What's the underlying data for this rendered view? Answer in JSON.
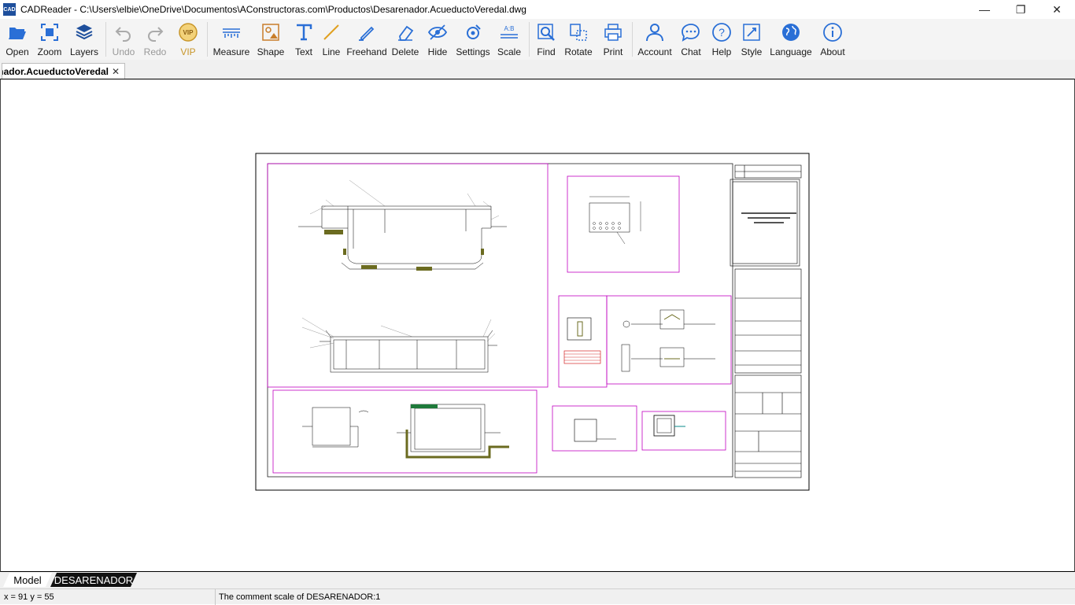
{
  "window": {
    "app_icon_text": "CAD",
    "title": "CADReader - C:\\Users\\elbie\\OneDrive\\Documentos\\AConstructoras.com\\Productos\\Desarenador.AcueductoVeredal.dwg",
    "minimize": "—",
    "maximize": "❐",
    "close": "✕"
  },
  "toolbar": {
    "open": "Open",
    "zoom": "Zoom",
    "layers": "Layers",
    "undo": "Undo",
    "redo": "Redo",
    "vip": "VIP",
    "measure": "Measure",
    "shape": "Shape",
    "text": "Text",
    "line": "Line",
    "freehand": "Freehand",
    "delete": "Delete",
    "hide": "Hide",
    "settings": "Settings",
    "scale": "Scale",
    "find": "Find",
    "rotate": "Rotate",
    "print": "Print",
    "account": "Account",
    "chat": "Chat",
    "help": "Help",
    "style": "Style",
    "language": "Language",
    "about": "About"
  },
  "tabs": {
    "document": "Desarenador.AcueductoVeredal",
    "close": "✕"
  },
  "layouts": {
    "model": "Model",
    "desarenador": "DESARENADOR"
  },
  "status": {
    "coords": "x = 91 y = 55",
    "message": "The comment scale of DESARENADOR:1"
  },
  "colors": {
    "accent_blue": "#2a6fd6",
    "drawing_magenta": "#c000c0",
    "vip_gold": "#c8962a"
  }
}
